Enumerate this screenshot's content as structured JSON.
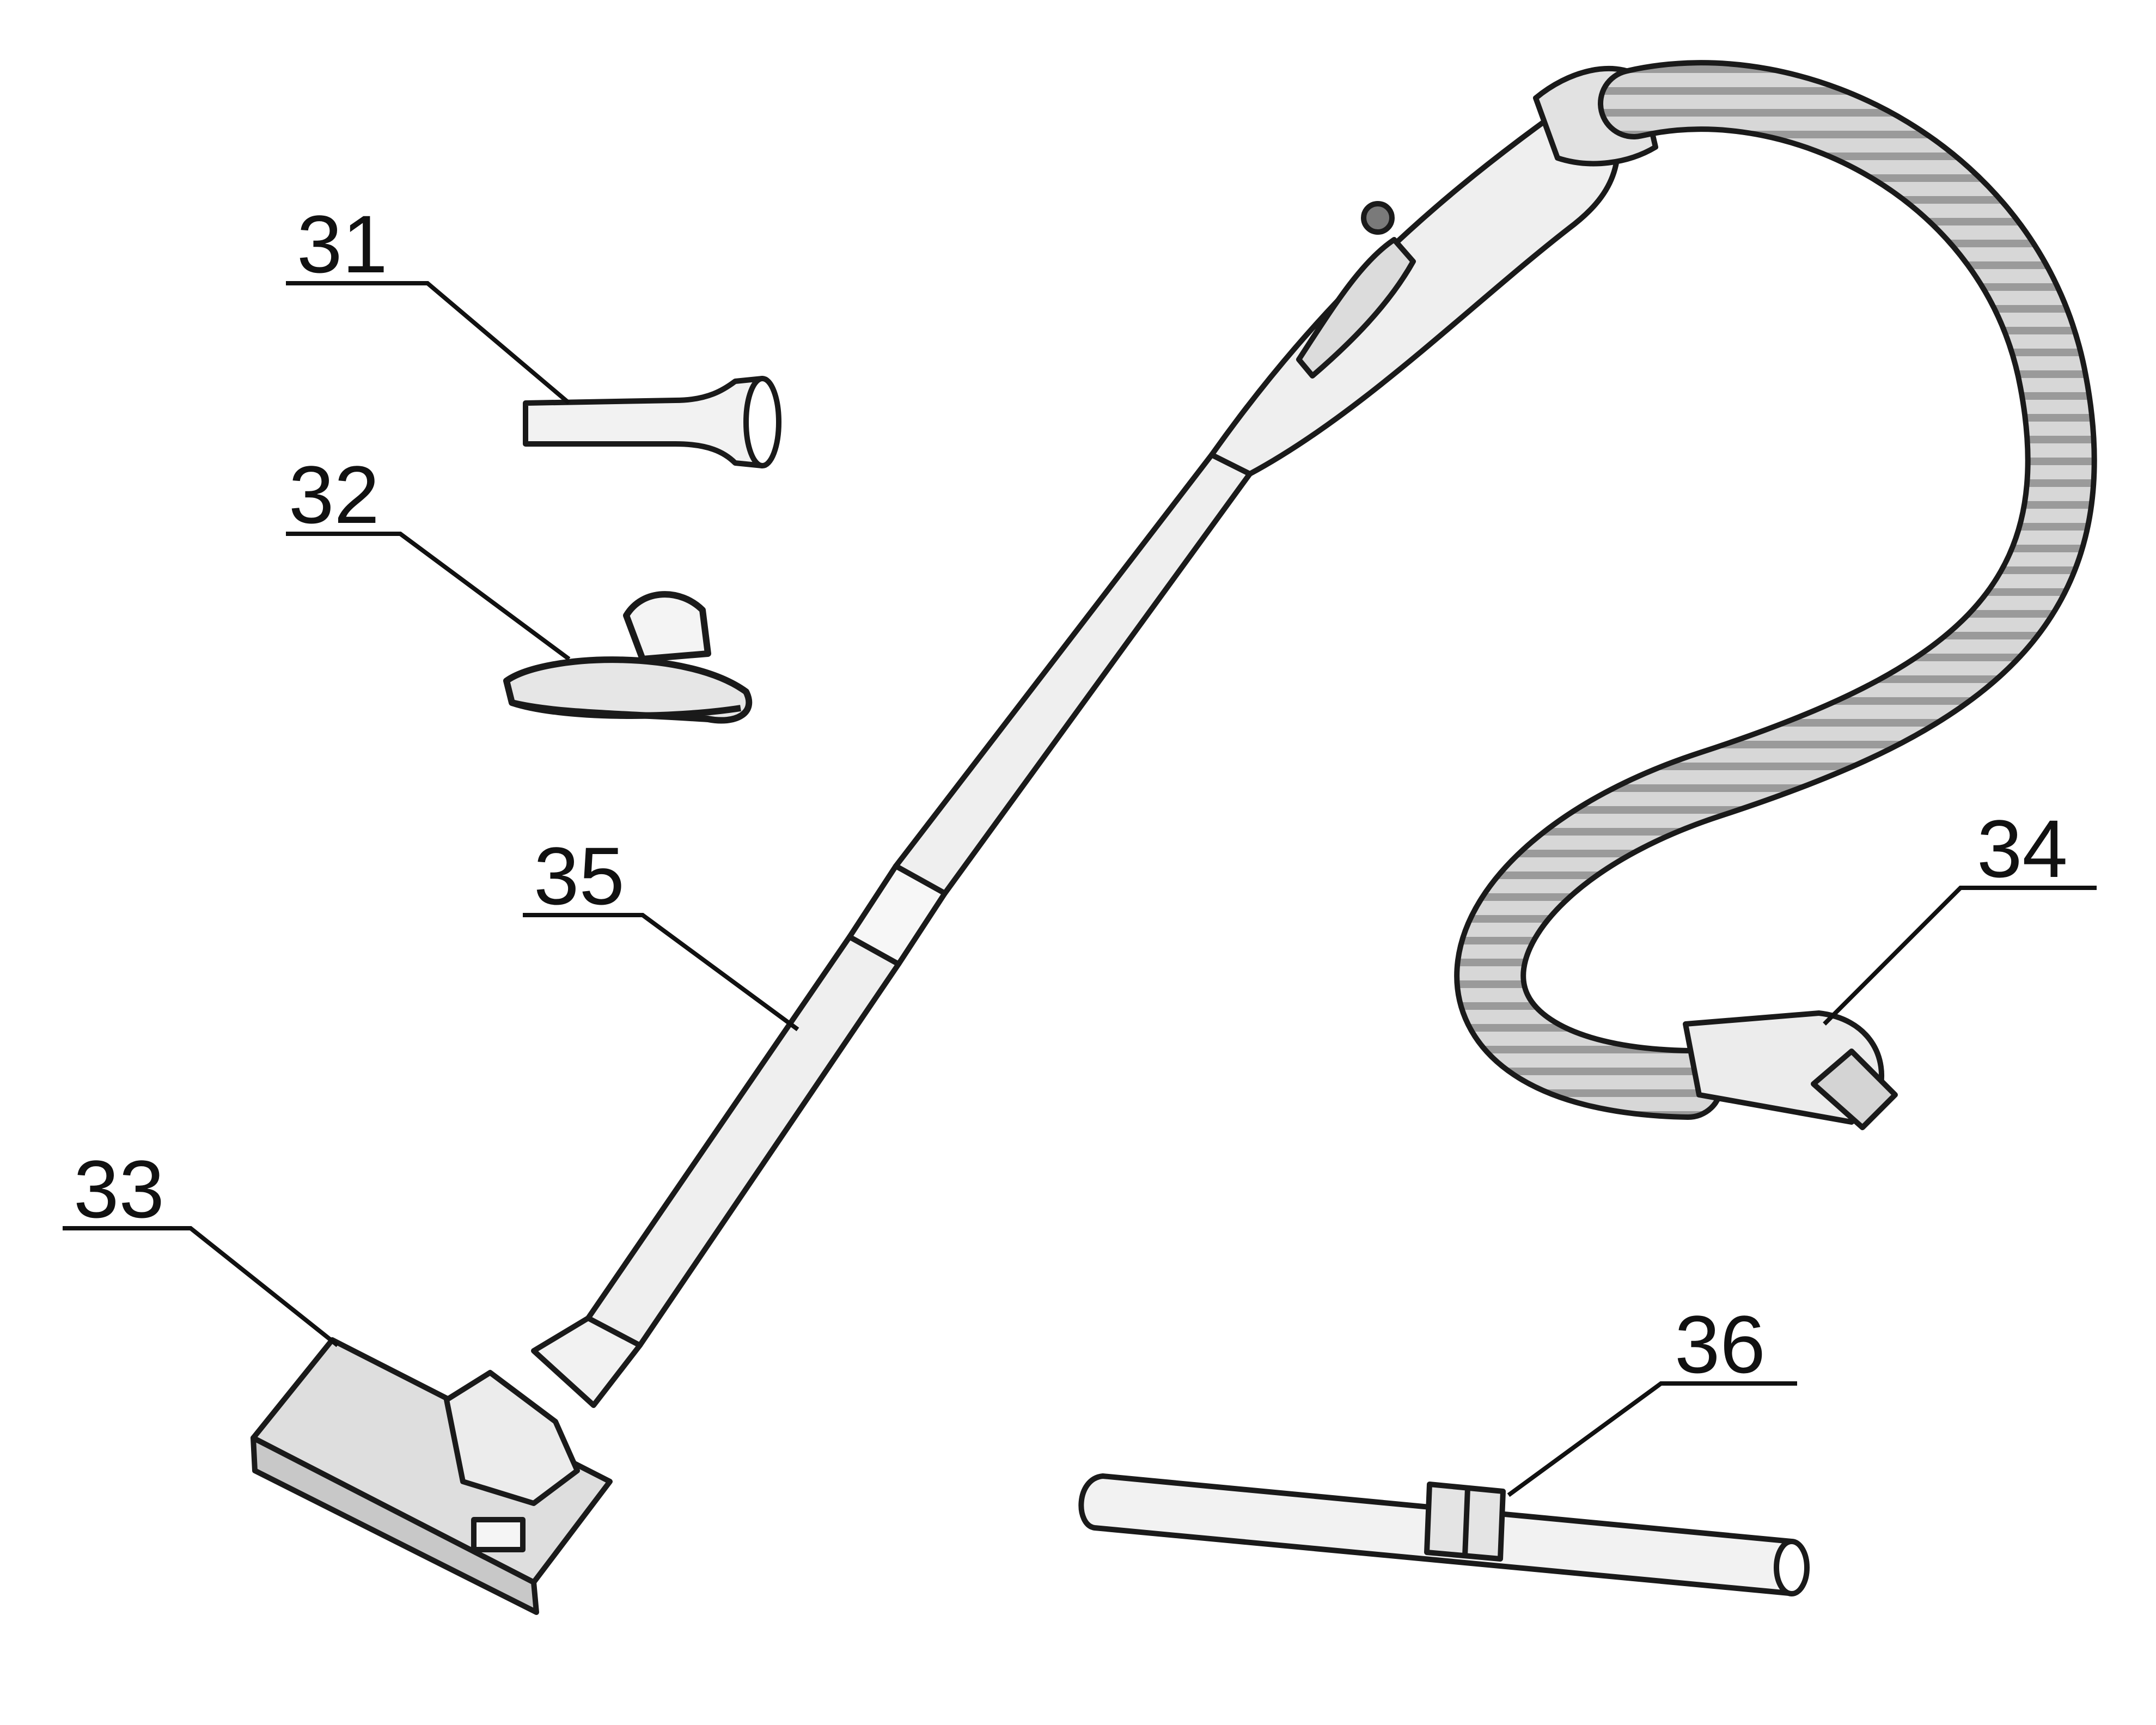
{
  "diagram": {
    "type": "parts-diagram",
    "callouts": [
      {
        "id": "31",
        "label": "31",
        "part": "crevice-nozzle"
      },
      {
        "id": "32",
        "label": "32",
        "part": "upholstery-brush"
      },
      {
        "id": "33",
        "label": "33",
        "part": "floor-nozzle"
      },
      {
        "id": "34",
        "label": "34",
        "part": "suction-hose"
      },
      {
        "id": "35",
        "label": "35",
        "part": "telescopic-tube"
      },
      {
        "id": "36",
        "label": "36",
        "part": "extension-tube"
      }
    ]
  },
  "colors": {
    "outline": "#1a1a1a",
    "part_fill": "#ececec",
    "shade": "#c9c9c9",
    "dark_fill": "#7a7a7a"
  }
}
